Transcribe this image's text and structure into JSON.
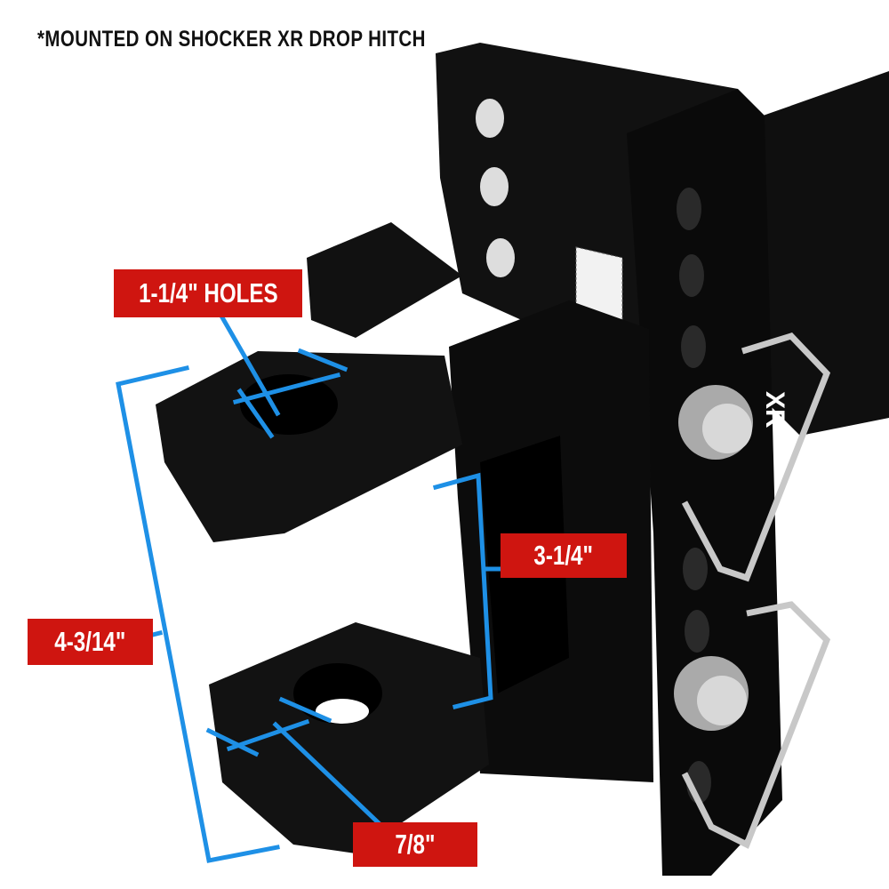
{
  "heading": "*MOUNTED ON SHOCKER XR DROP HITCH",
  "labels": {
    "holes": "1-1/4\" HOLES",
    "inner_height": "3-1/4\"",
    "overall_height": "4-3/14\"",
    "thickness": "7/8\""
  },
  "product_markings": {
    "side_text": "XR"
  },
  "colors": {
    "label_background": "#cf1510",
    "dimension_lines": "#1e90e6",
    "hitch": "#0d0d0d"
  }
}
